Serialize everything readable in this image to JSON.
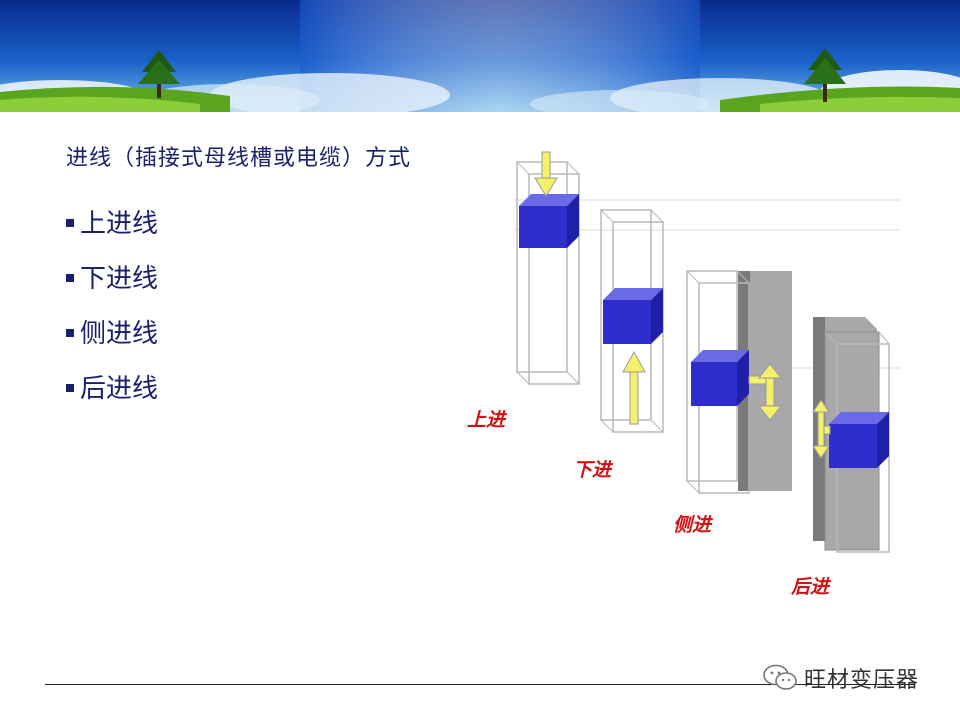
{
  "slide": {
    "title": "进线（插接式母线槽或电缆）方式",
    "bullets": [
      "上进线",
      "下进线",
      "侧进线",
      "后进线"
    ]
  },
  "diagram": {
    "captions": [
      "上进",
      "下进",
      "侧进",
      "后进"
    ]
  },
  "watermark": {
    "text": "旺材变压器"
  },
  "colors": {
    "title": "#1a1f6e",
    "caption": "#d21212",
    "box": "#2e2ecc",
    "arrow": "#f5f06a",
    "panel": "#a8a8aa"
  }
}
